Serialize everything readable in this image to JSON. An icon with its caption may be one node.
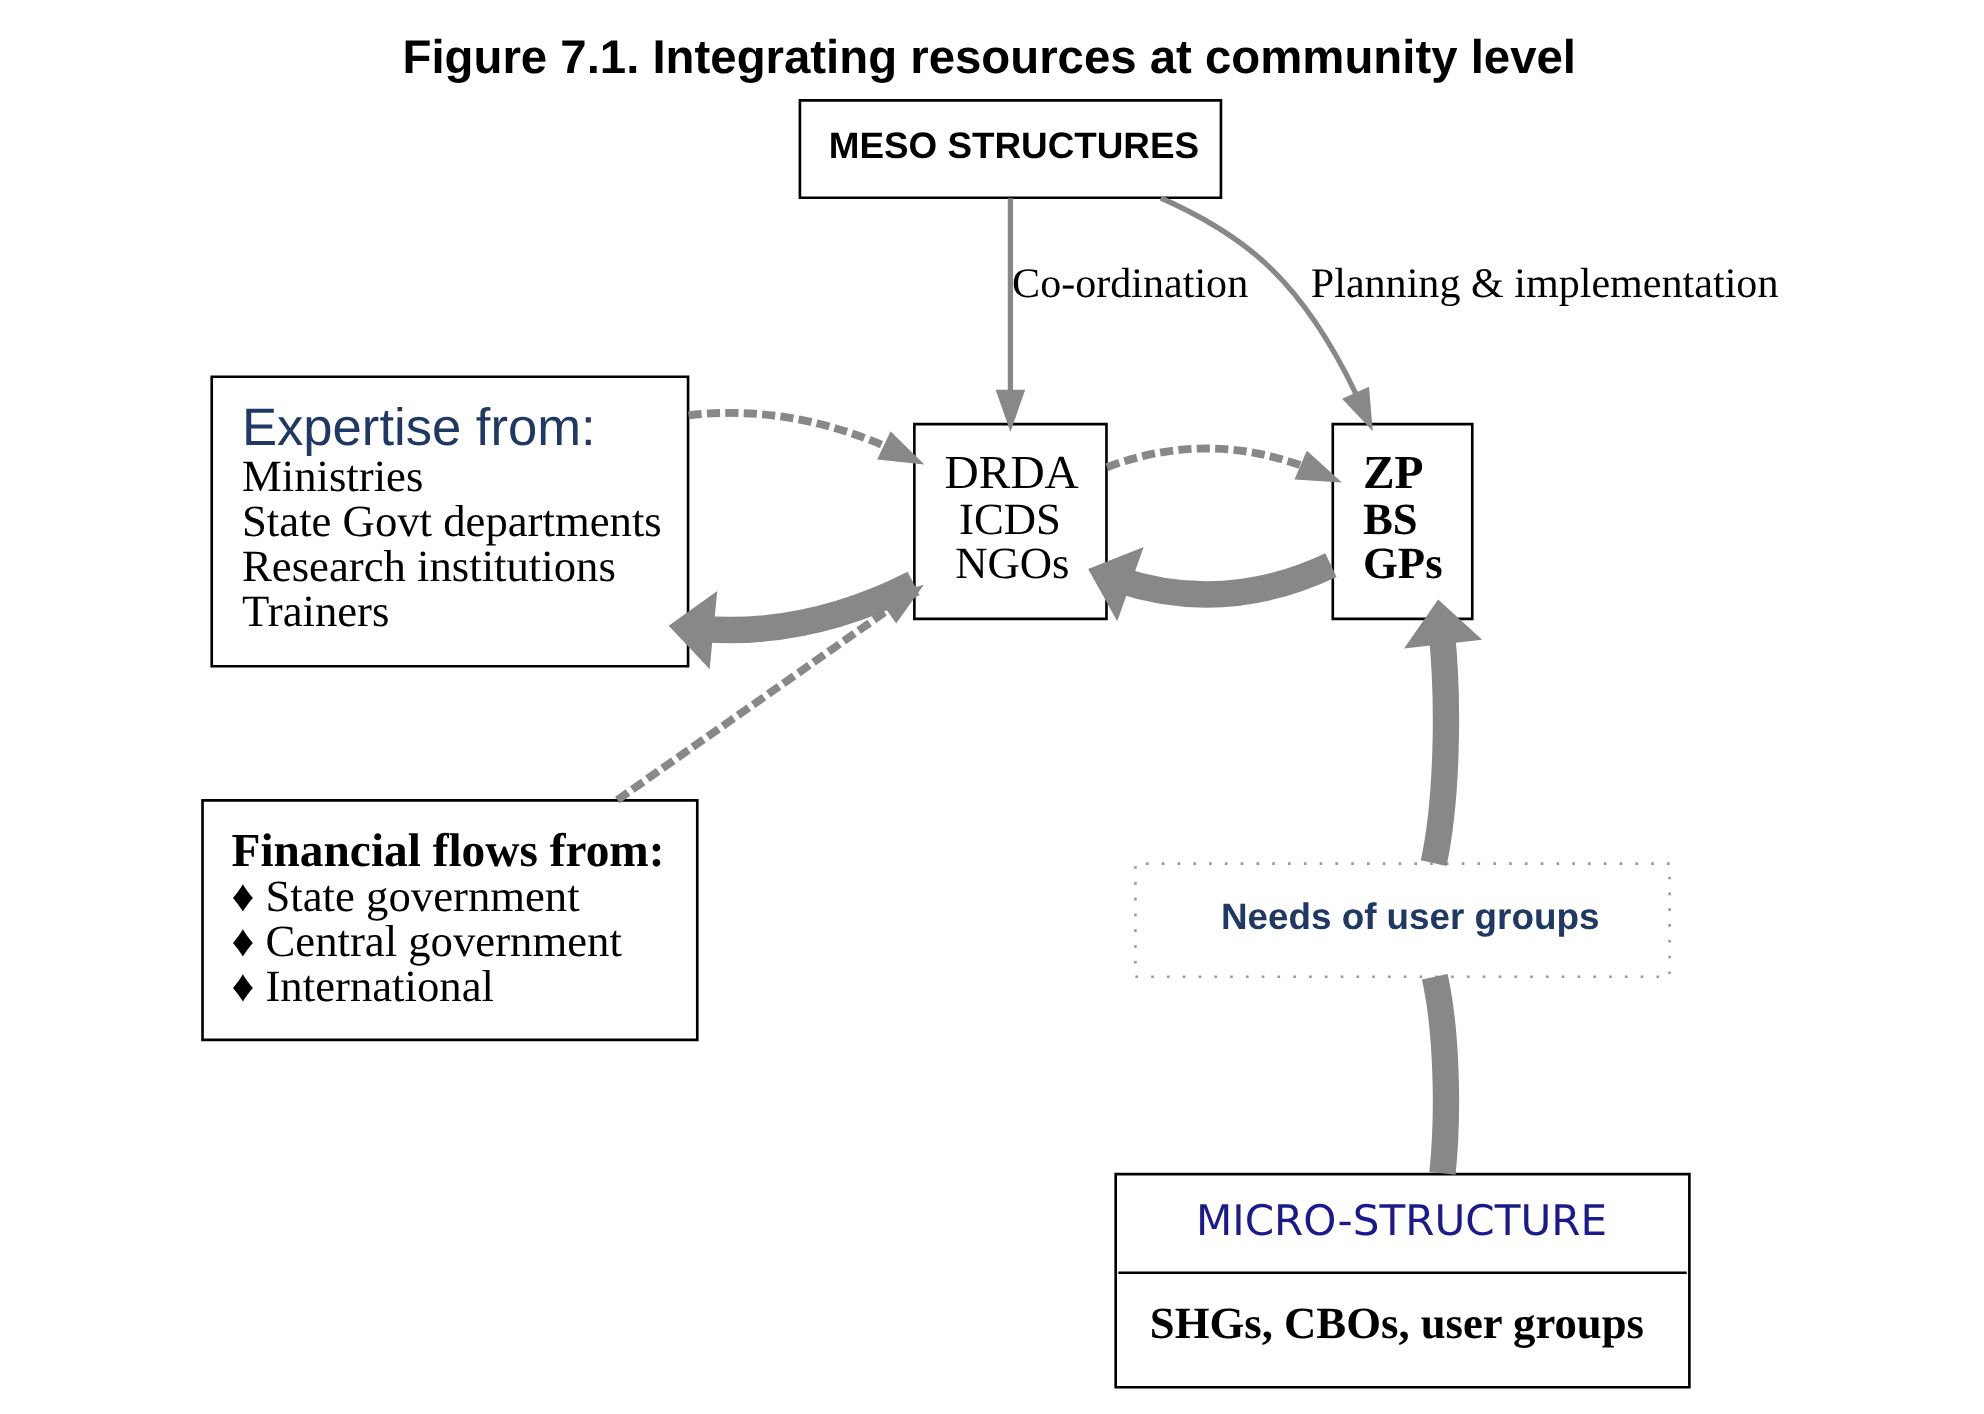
{
  "diagram": {
    "title": "Figure 7.1. Integrating resources at community level",
    "nodes": [
      {
        "text": [
          "MESO STRUCTURES"
        ]
      },
      {
        "text": [
          "Expertise from:",
          "Ministries",
          "State Govt departments",
          "Research institutions",
          "Trainers"
        ]
      },
      {
        "text": [
          "DRDA",
          "ICDS",
          "NGOs"
        ]
      },
      {
        "text": [
          "ZP",
          "BS",
          "GPs"
        ]
      },
      {
        "text": [
          "Financial flows from:",
          "♦ State government",
          "♦ Central government",
          "♦ International"
        ]
      },
      {
        "text": [
          "Needs of user groups"
        ]
      },
      {
        "text": [
          "MICRO-STRUCTURE",
          "SHGs, CBOs, user groups"
        ]
      }
    ],
    "edges": [
      {
        "from": 0,
        "to": 2,
        "arrow": "to",
        "label": "Co-ordination"
      },
      {
        "from": 0,
        "to": 3,
        "arrow": "to",
        "label": "Planning & implementation"
      },
      {
        "from": 2,
        "to": 1,
        "arrow": "to",
        "style": "thick"
      },
      {
        "from": 1,
        "to": 2,
        "arrow": "to",
        "style": "dashed"
      },
      {
        "from": 4,
        "to": 2,
        "arrow": "to",
        "style": "dashed"
      },
      {
        "from": 3,
        "to": 2,
        "arrow": "to",
        "style": "thick"
      },
      {
        "from": 2,
        "to": 3,
        "arrow": "to",
        "style": "dashed"
      },
      {
        "from": 6,
        "to": 5,
        "arrow": "none",
        "style": "thick"
      },
      {
        "from": 5,
        "to": 3,
        "arrow": "to",
        "style": "thick"
      }
    ]
  }
}
